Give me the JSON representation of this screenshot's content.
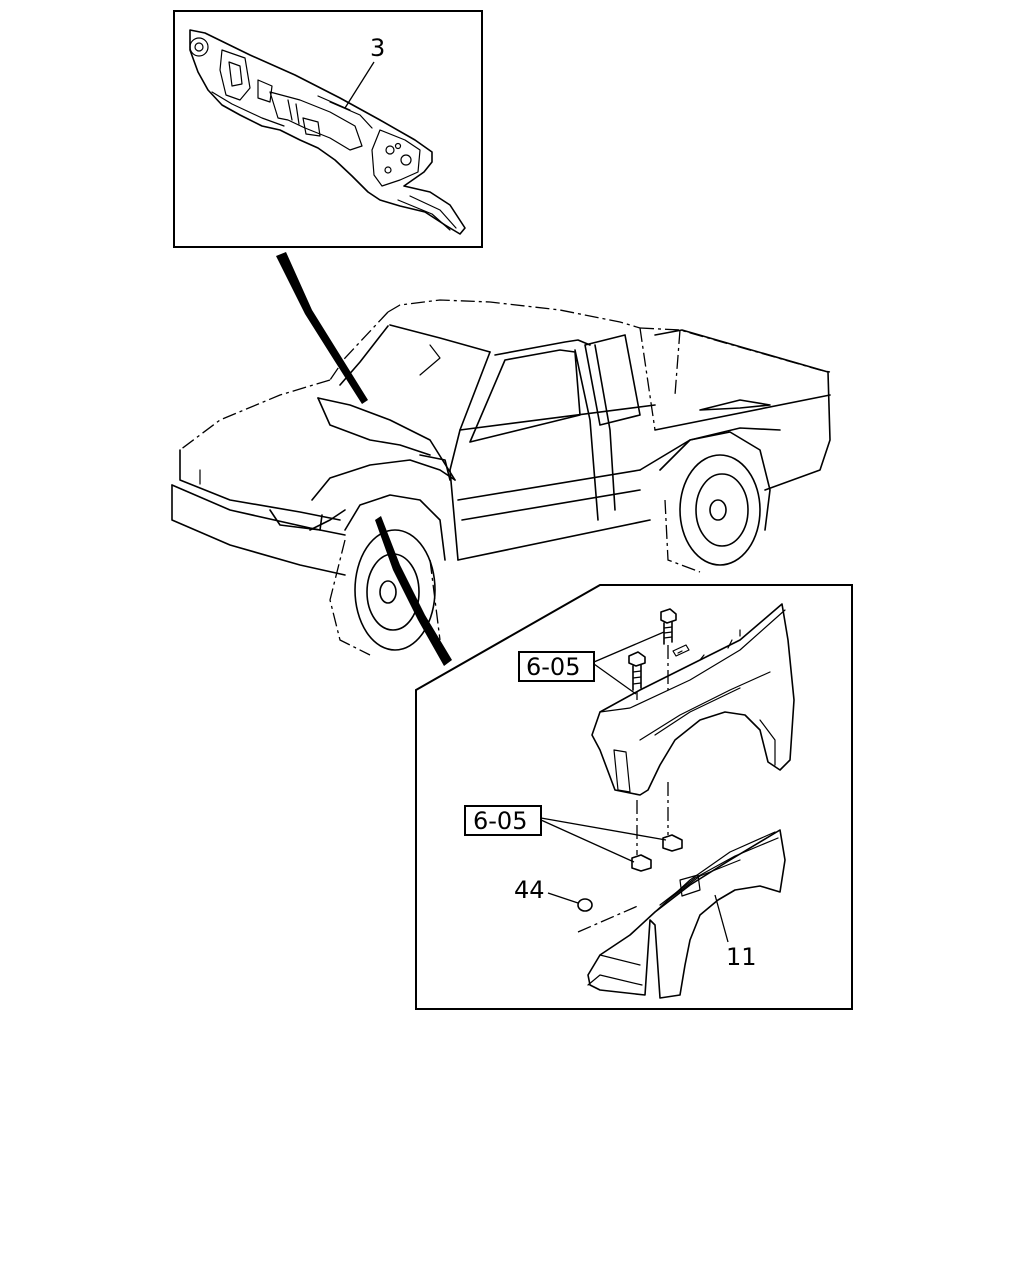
{
  "callouts": {
    "cowl_panel": "3",
    "bolt_group_upper": "6-05",
    "bolt_group_lower": "6-05",
    "clip": "44",
    "fender_liner": "11"
  }
}
